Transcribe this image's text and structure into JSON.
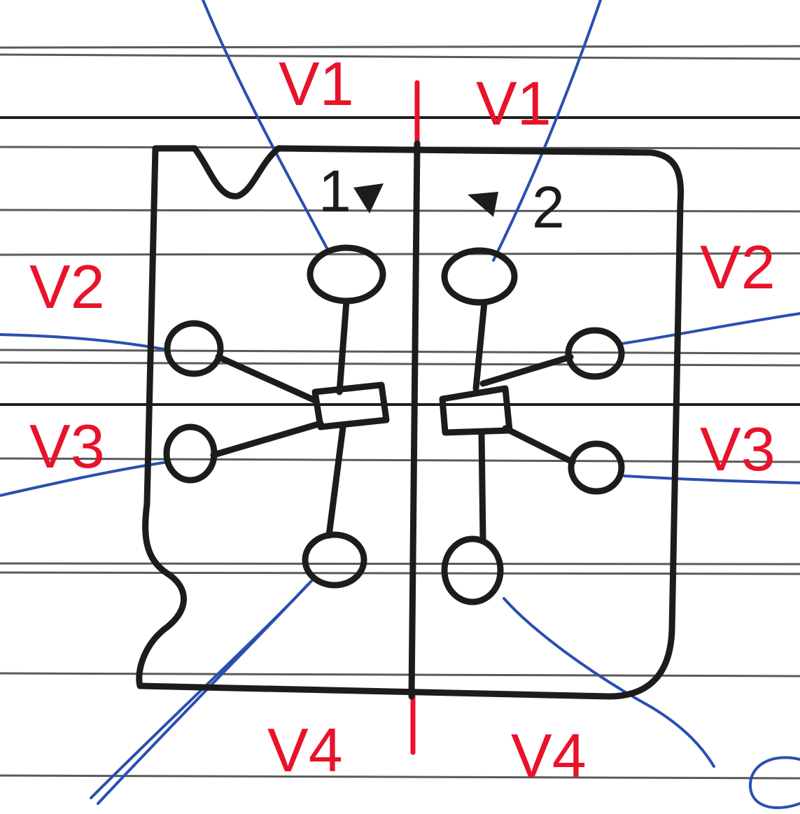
{
  "colors": {
    "paper": "#ffffff",
    "ruled_line": "#5a5a5a",
    "ink": "#1c1c1c",
    "wire": "#2a4fb0",
    "label": "#e8132a"
  },
  "chip": {
    "cell_left_number": "1",
    "cell_right_number": "2",
    "cell_left_marker": "triangle-marker-icon",
    "cell_right_marker": "triangle-marker-icon"
  },
  "labels_left": {
    "v1": "V1",
    "v2": "V2",
    "v3": "V3",
    "v4": "V4"
  },
  "labels_right": {
    "v1": "V1",
    "v2": "V2",
    "v3": "V3",
    "v4": "V4"
  }
}
